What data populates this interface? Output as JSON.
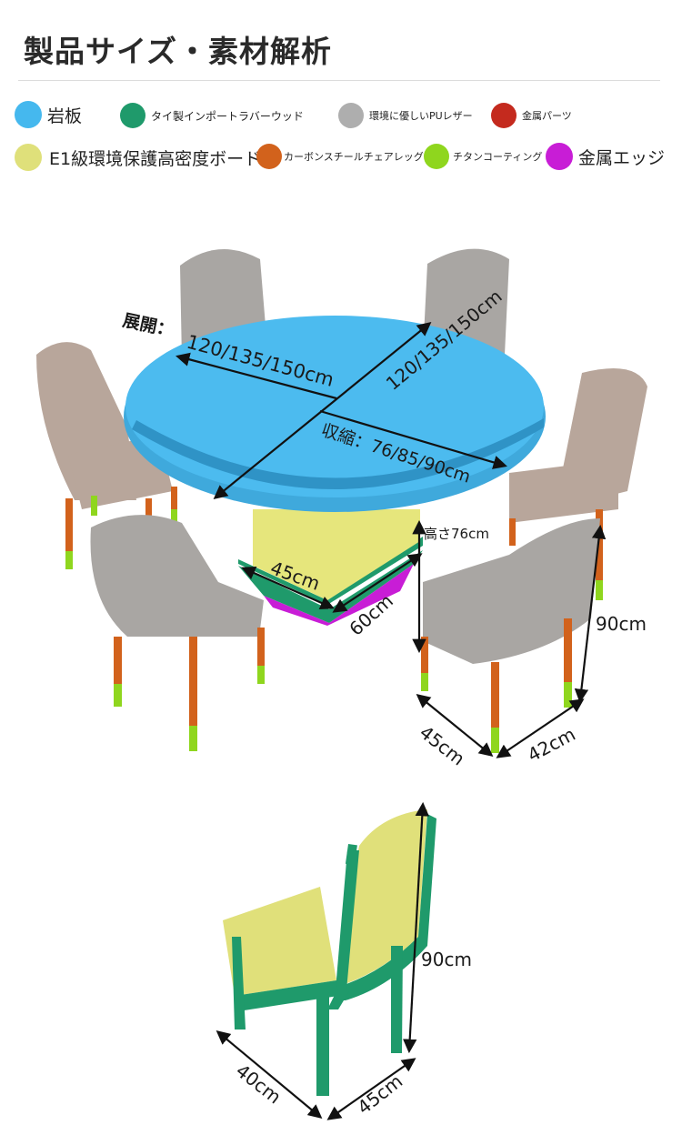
{
  "title": "製品サイズ・素材解析",
  "legend": [
    {
      "label": "岩板",
      "color": "#45b8ee",
      "icon": "circle"
    },
    {
      "label": "タイ製インポートラバーウッド",
      "color": "#1f9a6b",
      "icon": "circle"
    },
    {
      "label": "環境に優しいPUレザー",
      "color": "#aeaeae",
      "icon": "circle"
    },
    {
      "label": "金属パーツ",
      "color": "#c42a1e",
      "icon": "circle"
    },
    {
      "label": "E1級環境保護高密度ボード",
      "color": "#dfe07a",
      "icon": "circle"
    },
    {
      "label": "カーボンスチールチェアレッグ",
      "color": "#d2621c",
      "icon": "circle"
    },
    {
      "label": "チタンコーティング",
      "color": "#8fd61e",
      "icon": "circle"
    },
    {
      "label": "金属エッジ",
      "color": "#c81dd6",
      "icon": "circle"
    }
  ],
  "table_dims": {
    "expand_label": "展開：",
    "expand_value": "120/135/150cm",
    "diameter_value": "120/135/150cm",
    "folded_value": "収縮：76/85/90cm",
    "height_value": "高さ76cm",
    "base_width": "45cm",
    "base_depth": "60cm"
  },
  "chair_dims": {
    "height": "90cm",
    "depth": "45cm",
    "width": "42cm"
  },
  "side_chair_dims": {
    "height": "90cm",
    "width": "40cm",
    "depth": "45cm"
  }
}
